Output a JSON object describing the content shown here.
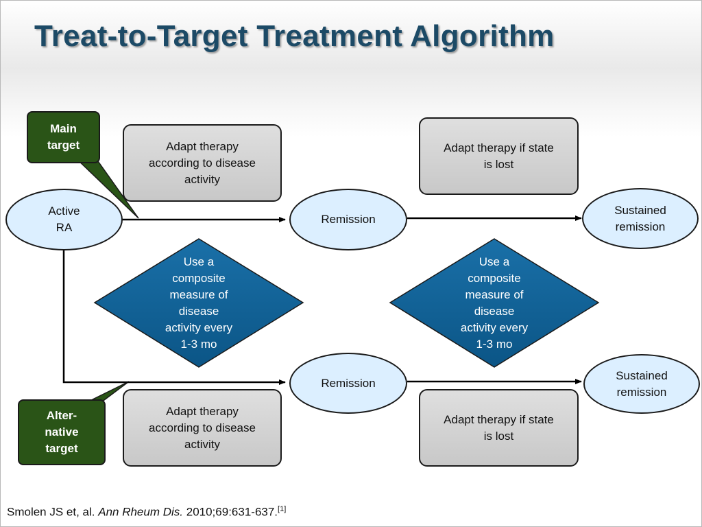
{
  "title": "Treat-to-Target Treatment Algorithm",
  "nodes": {
    "active_ra": "Active\nRA",
    "remission_top": "Remission",
    "sustained_top": "Sustained\nremission",
    "remission_bottom": "Remission",
    "sustained_bottom": "Sustained\nremission"
  },
  "boxes": {
    "adapt_top_left": "Adapt therapy\naccording to disease\nactivity",
    "adapt_top_right": "Adapt therapy if state\nis lost",
    "adapt_bottom_left": "Adapt therapy\naccording to disease\nactivity",
    "adapt_bottom_right": "Adapt therapy if state\nis lost"
  },
  "diamonds": {
    "left": "Use a\ncomposite\nmeasure of\ndisease\nactivity every\n1-3 mo",
    "right": "Use a\ncomposite\nmeasure of\ndisease\nactivity every\n1-3 mo"
  },
  "callouts": {
    "main_target": "Main\ntarget",
    "alternative_target": "Alter-\nnative\ntarget"
  },
  "citation": {
    "authors": "Smolen JS et, al. ",
    "journal": "Ann Rheum Dis.",
    "details": " 2010;69:631-637.",
    "ref": "[1]"
  },
  "colors": {
    "title": "#1c4a66",
    "diamond": "#10649a",
    "callout": "#2a5417",
    "ellipse_fill": "#dcefff",
    "box_fill": "#d4d4d4"
  }
}
